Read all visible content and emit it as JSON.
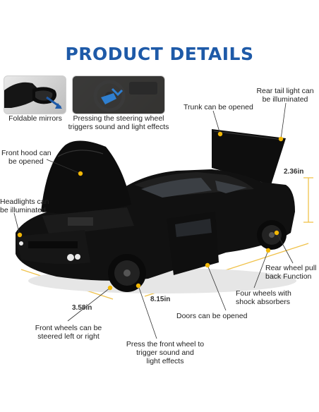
{
  "page": {
    "title": "PRODUCT DETAILS"
  },
  "thumbnails": [
    {
      "caption": "Foldable mirrors"
    },
    {
      "caption_line1": "Pressing the steering wheel",
      "caption_line2": "triggers sound and light effects"
    }
  ],
  "callouts": {
    "trunk": "Trunk can be opened",
    "tail_light_1": "Rear tail light can",
    "tail_light_2": "be illuminated",
    "hood_1": "Front hood can",
    "hood_2": "be opened",
    "headlights_1": "Headlights can",
    "headlights_2": "be illuminated",
    "rear_wheel_1": "Rear wheel pull",
    "rear_wheel_2": "back Function",
    "wheels_1": "Four wheels with",
    "wheels_2": "shock absorbers",
    "doors": "Doors can be opened",
    "front_wheels_1": "Front wheels can be",
    "front_wheels_2": "steered left or right",
    "press_wheel_1": "Press the front wheel to",
    "press_wheel_2": "trigger sound and",
    "press_wheel_3": "light effects"
  },
  "dimensions": {
    "height": "2.36in",
    "width": "3.58in",
    "length": "8.15in"
  },
  "colors": {
    "title": "#1e5aa8",
    "accent_dot": "#f2b705",
    "dimension_line": "#f0c24a",
    "car_body": "#111111"
  }
}
